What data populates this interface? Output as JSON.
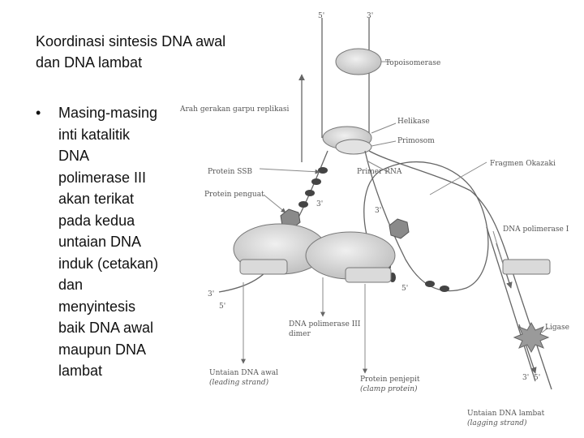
{
  "slide": {
    "title_line1": "Koordinasi sintesis DNA awal",
    "title_line2": "dan DNA lambat",
    "bullet_symbol": "•",
    "bullet_lines": [
      "Masing-masing",
      "inti katalitik",
      "DNA",
      "polimerase III",
      "akan terikat",
      "pada kedua",
      "untaian DNA",
      "induk (cetakan)",
      "dan",
      "menyintesis",
      "baik DNA awal",
      "maupun DNA",
      "lambat"
    ]
  },
  "diagram": {
    "strand_end_labels": {
      "top_5": "5'",
      "top_3": "3'",
      "mid_3_left": "3'",
      "mid_3_right": "3'",
      "left_3": "3'",
      "left_5": "5'",
      "mid_5": "5'",
      "lag_3": "3'",
      "lag_5": "5'"
    },
    "labels": {
      "topoisomerase": "Topoisomerase",
      "fork_direction": "Arah gerakan garpu replikasi",
      "helicase": "Helikase",
      "primosome": "Primosom",
      "ssb": "Protein SSB",
      "primer_rna": "Primer RNA",
      "okazaki": "Fragmen Okazaki",
      "anchor_protein": "Protein penguat",
      "dna_pol_1": "DNA polimerase I",
      "dna_pol_3_line1": "DNA polimerase III",
      "dna_pol_3_line2": "dimer",
      "ligase": "Ligase",
      "leading_line1": "Untaian DNA awal",
      "leading_line2": "(leading strand)",
      "clamp_line1": "Protein penjepit",
      "clamp_line2": "(clamp protein)",
      "lagging_line1": "Untaian DNA lambat",
      "lagging_line2": "(lagging strand)"
    }
  }
}
